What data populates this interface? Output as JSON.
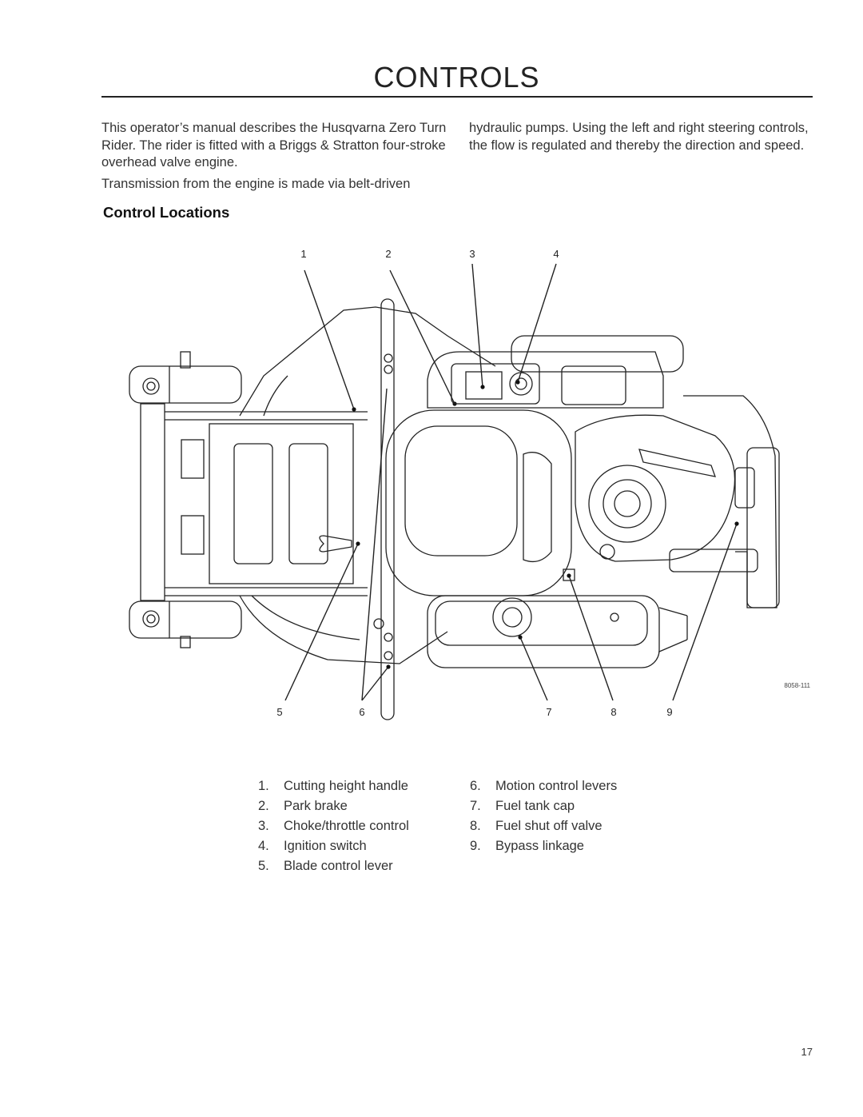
{
  "page": {
    "title": "CONTROLS",
    "intro_col1_p1": "This operator’s manual describes the Husqvarna Zero Turn Rider. The rider is fitted with a Briggs & Stratton four-stroke overhead valve engine.",
    "intro_col1_p2": "Transmission from the engine is made via belt-driven",
    "intro_col2_p1": "hydraulic pumps. Using the left and right steering controls, the flow is regulated and thereby the direction and speed.",
    "section_title": "Control Locations",
    "page_number": "17"
  },
  "figure": {
    "callouts_top": [
      "1",
      "2",
      "3",
      "4"
    ],
    "callouts_bottom": [
      "5",
      "6",
      "7",
      "8",
      "9"
    ],
    "figure_code": "8058-111"
  },
  "legend": {
    "left": [
      {
        "num": "1.",
        "label": "Cutting height handle"
      },
      {
        "num": "2.",
        "label": "Park brake"
      },
      {
        "num": "3.",
        "label": "Choke/throttle control"
      },
      {
        "num": "4.",
        "label": "Ignition switch"
      },
      {
        "num": "5.",
        "label": "Blade control lever"
      }
    ],
    "right": [
      {
        "num": "6.",
        "label": "Motion control levers"
      },
      {
        "num": "7.",
        "label": "Fuel tank cap"
      },
      {
        "num": "8.",
        "label": "Fuel shut off valve"
      },
      {
        "num": "9.",
        "label": "Bypass linkage"
      }
    ]
  }
}
